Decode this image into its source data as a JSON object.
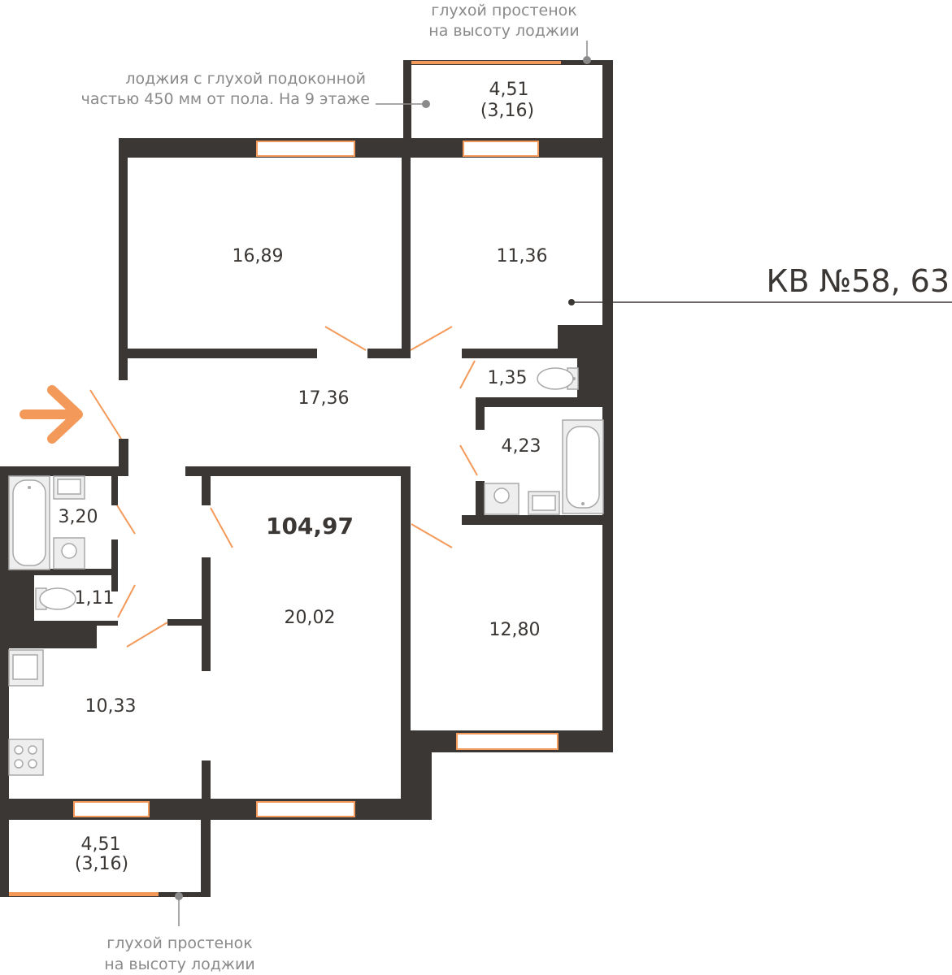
{
  "apartment": {
    "label": "КВ №58, 63",
    "total_area": "104,97"
  },
  "rooms": {
    "room_16_89": "16,89",
    "room_11_36": "11,36",
    "hall": "17,36",
    "wc_1_35": "1,35",
    "bath_4_23": "4,23",
    "bath_3_20": "3,20",
    "wc_1_11": "1,11",
    "room_20_02": "20,02",
    "room_12_80": "12,80",
    "kitchen": "10,33",
    "loggia_top_area": "4,51",
    "loggia_top_reduced": "(3,16)",
    "loggia_bottom_area": "4,51",
    "loggia_bottom_reduced": "(3,16)"
  },
  "notes": {
    "top_wall_line1": "глухой простенок",
    "top_wall_line2": "на высоту лоджии",
    "loggia_line1": "лоджия с глухой подоконной",
    "loggia_line2": "частью 450 мм от пола. На 9 этаже",
    "bottom_wall_line1": "глухой простенок",
    "bottom_wall_line2": "на высоту лоджии"
  },
  "colors": {
    "wall": "#3b3735",
    "accent": "#f39a5a",
    "note": "#8a8a8a"
  }
}
